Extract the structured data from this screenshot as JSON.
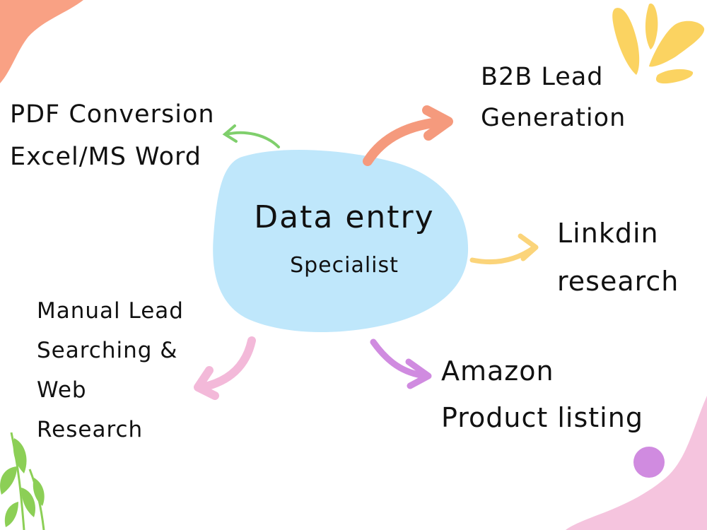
{
  "center": {
    "title": "Data entry",
    "subtitle": "Specialist"
  },
  "branches": {
    "pdf": {
      "lines": [
        "PDF Conversion",
        "Excel/MS Word"
      ]
    },
    "b2b": {
      "lines": [
        "B2B Lead",
        "Generation"
      ]
    },
    "linkdin": {
      "lines": [
        "Linkdin",
        "research"
      ]
    },
    "manual": {
      "lines": [
        "Manual Lead",
        "Searching &",
        "Web",
        "Research"
      ]
    },
    "amazon": {
      "lines": [
        "Amazon",
        "Product listing"
      ]
    }
  },
  "colors": {
    "blob": "#bfe7fb",
    "arrow_pdf": "#7fcf6c",
    "arrow_b2b": "#f59a7d",
    "arrow_linkdin": "#fbd47a",
    "arrow_manual": "#f3b9d9",
    "arrow_amazon": "#d08be0",
    "deco_coral": "#f9a184",
    "deco_yellow": "#fbd361",
    "deco_pink": "#f5c4de",
    "deco_purple": "#d08be0",
    "deco_green": "#8ccf56"
  }
}
